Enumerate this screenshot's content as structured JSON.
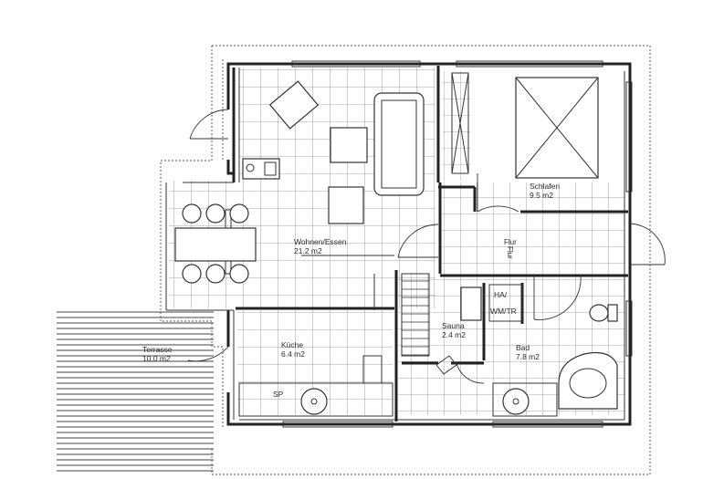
{
  "plan": {
    "rooms": {
      "living": {
        "name": "Wohnen/Essen",
        "area": "21.2 m2"
      },
      "bedroom": {
        "name": "Schlafen",
        "area": "9.5 m2"
      },
      "hall": {
        "name": "Flur",
        "name_rotated": "Flur"
      },
      "kitchen": {
        "name": "Küche",
        "area": "6.4 m2"
      },
      "sauna": {
        "name": "Sauna",
        "area": "2.4 m2"
      },
      "bath": {
        "name": "Bad",
        "area": "7.8 m2"
      },
      "terrace": {
        "name": "Terrasse",
        "area": "10.0 m2"
      },
      "utility_line1": "HA/",
      "utility_line2": "WM/TR",
      "storage": "SP"
    },
    "colors": {
      "line": "#222222",
      "grid": "#8a8a8a",
      "paper": "#ffffff"
    }
  }
}
